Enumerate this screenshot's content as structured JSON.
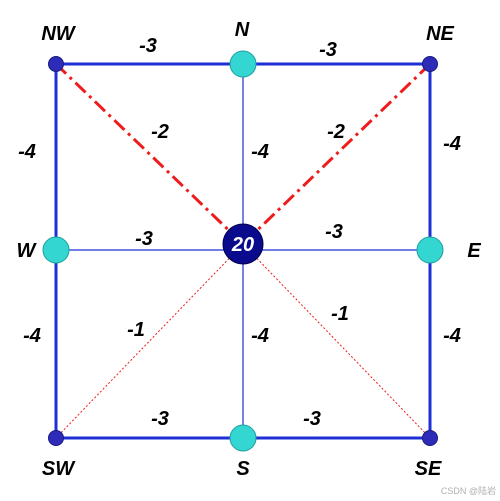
{
  "center": {
    "value": "20"
  },
  "nodes": {
    "NW": {
      "label": "NW"
    },
    "N": {
      "label": "N"
    },
    "NE": {
      "label": "NE"
    },
    "W": {
      "label": "W"
    },
    "E": {
      "label": "E"
    },
    "SW": {
      "label": "SW"
    },
    "S": {
      "label": "S"
    },
    "SE": {
      "label": "SE"
    }
  },
  "weights": {
    "top_left": "-3",
    "top_right": "-3",
    "left_top": "-4",
    "left_bottom": "-4",
    "right_top": "-4",
    "right_bottom": "-4",
    "bottom_left": "-3",
    "bottom_right": "-3",
    "center_n": "-4",
    "center_s": "-4",
    "center_w": "-3",
    "center_e": "-3",
    "diag_nw": "-2",
    "diag_ne": "-2",
    "diag_sw": "-1",
    "diag_se": "-1"
  },
  "colors": {
    "edge_blue": "#1f2fd6",
    "diag_red": "#ee1c1c",
    "corner_node": "#2c2cb8",
    "side_node": "#33d6d0",
    "center_node": "#0a0a8c"
  },
  "watermark": "CSDN @陆岩"
}
